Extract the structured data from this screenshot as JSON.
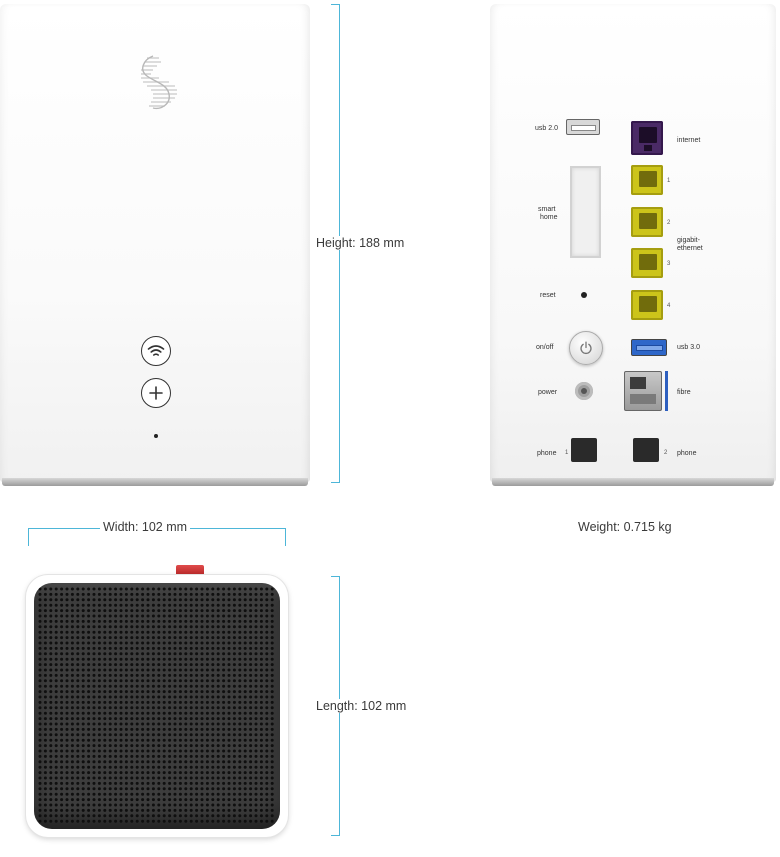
{
  "dimensions": {
    "height": "Height: 188 mm",
    "width": "Width: 102 mm",
    "length": "Length: 102 mm",
    "weight": "Weight: 0.715 kg"
  },
  "front": {
    "buttons": [
      {
        "icon": "wifi-icon"
      },
      {
        "icon": "plus-icon"
      }
    ]
  },
  "back": {
    "labels": {
      "usb20": "usb 2.0",
      "smart_home_1": "smart",
      "smart_home_2": "home",
      "reset": "reset",
      "onoff": "on/off",
      "power": "power",
      "phone_left": "phone",
      "phone_right": "phone",
      "internet": "internet",
      "gigabit_1": "gigabit-",
      "gigabit_2": "ethernet",
      "usb30": "usb 3.0",
      "fibre": "fibre"
    },
    "port_numbers": {
      "eth1": "1",
      "eth2": "2",
      "eth3": "3",
      "eth4": "4",
      "phone1": "1",
      "phone2": "2"
    },
    "colors": {
      "internet_port": "#4a2a66",
      "ethernet_port": "#ccc41a",
      "usb30": "#2e67c9",
      "fibre_marker": "#2d5fbf"
    }
  },
  "top": {
    "accent_tab": "#c43030",
    "grille_color": "#3d3d3d"
  }
}
